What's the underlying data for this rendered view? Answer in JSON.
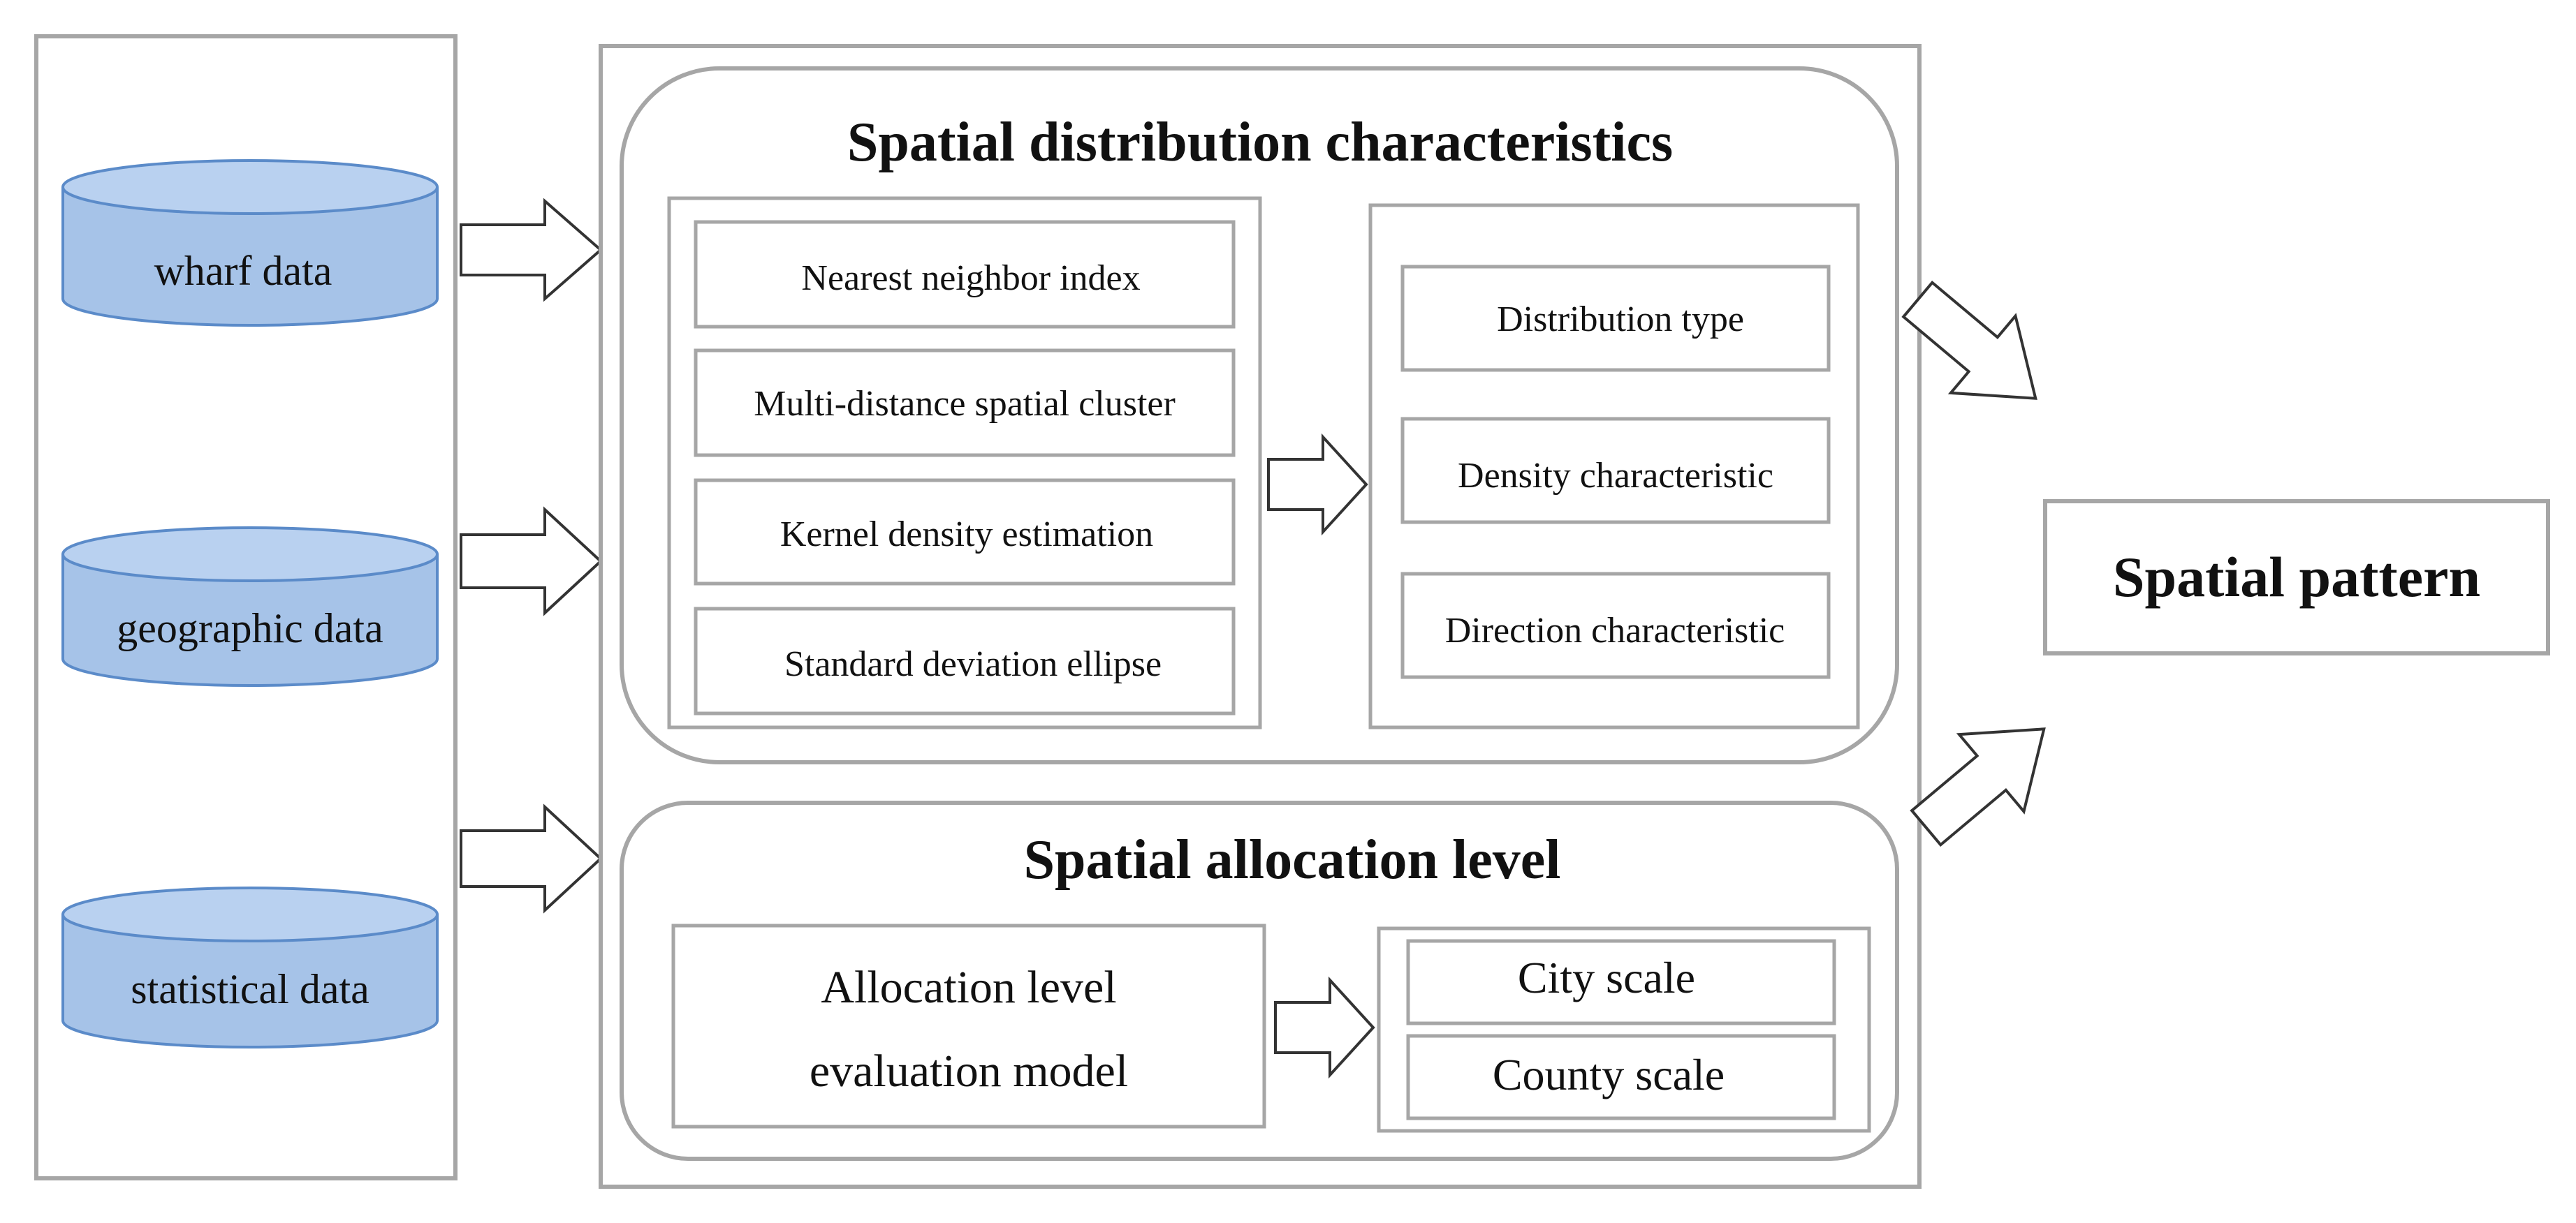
{
  "data_sources": {
    "items": [
      "wharf data",
      "geographic data",
      "statistical data"
    ]
  },
  "distribution": {
    "title": "Spatial distribution characteristics",
    "methods": [
      "Nearest neighbor index",
      "Multi-distance spatial cluster",
      "Kernel density estimation",
      "Standard deviation ellipse"
    ],
    "results": [
      "Distribution type",
      "Density characteristic",
      "Direction characteristic"
    ]
  },
  "allocation": {
    "title": "Spatial allocation level",
    "model_line1": "Allocation level",
    "model_line2": "evaluation model",
    "scales": [
      "City scale",
      "County scale"
    ]
  },
  "output": {
    "label": "Spatial pattern"
  },
  "colors": {
    "cylinder_fill": "#a6c3e8",
    "cylinder_top": "#b9d1f0",
    "cylinder_stroke": "#5b8bc9",
    "box_stroke": "#a6a6a6",
    "arrow_stroke": "#333333"
  }
}
